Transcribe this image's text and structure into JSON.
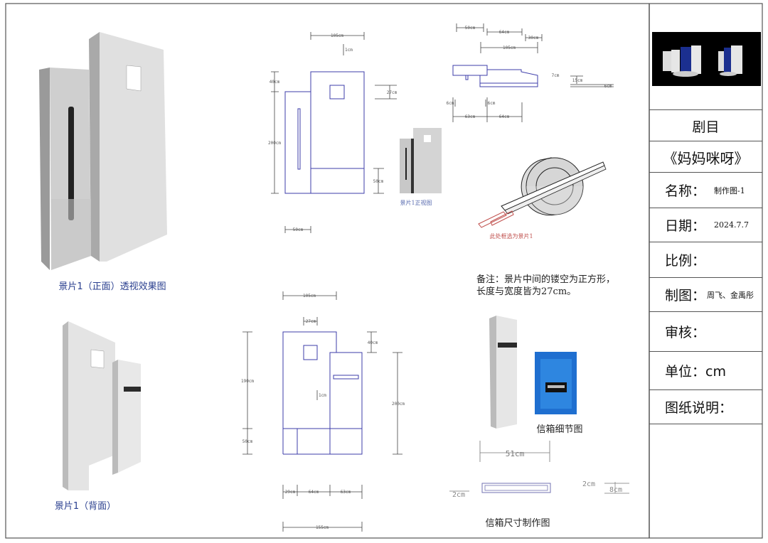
{
  "title_block": {
    "play_label": "剧目",
    "play_name": "《妈妈咪呀》",
    "name_label": "名称：",
    "name_value": "制作图-1",
    "date_label": "日期：",
    "date_value": "2024.7.7",
    "scale_label": "比例：",
    "drafter_label": "制图：",
    "drafter_value": "周飞、金禹彤",
    "review_label": "审核：",
    "unit_label": "单位：cm",
    "notes_label": "图纸说明："
  },
  "captions": {
    "front_render": "景片1（正面）透视效果图",
    "back_render": "景片1（背面）",
    "front_view": "景片1正视图",
    "plan_selection": "此处框选为景片1",
    "mailbox_detail": "信箱细节图",
    "mailbox_dims": "信箱尺寸制作图"
  },
  "note": {
    "line1": "备注：景片中间的镂空为正方形，",
    "line2": "长度与宽度皆为27cm。"
  },
  "front_elevation_dims": {
    "width_top": "105cm",
    "thickness": "1cm",
    "top_step": "40cm",
    "height": "200cm",
    "window": "27cm",
    "base": "50cm",
    "left_width": "50cm"
  },
  "plan_dims": {
    "a": "50cm",
    "b": "64cm",
    "c": "30cm",
    "d": "105cm",
    "e": "7cm",
    "f": "15cm",
    "g": "6cm",
    "h": "6cm",
    "i": "6cm",
    "j": "63cm",
    "k": "64cm"
  },
  "back_elevation_dims": {
    "width_top": "105cm",
    "window": "27cm",
    "top_step": "40cm",
    "height_right": "200cm",
    "height_left": "190cm",
    "base": "50cm",
    "thickness": "1cm",
    "seg1": "29cm",
    "seg2": "64cm",
    "seg3": "63cm",
    "total": "155cm"
  },
  "mailbox_dims": {
    "length": "51cm",
    "depth_left": "2cm",
    "depth_right": "2cm",
    "height": "8cm"
  },
  "colors": {
    "caption_blue": "#2a3f8f",
    "line_blue": "#3c3caa",
    "selection_red": "#c0504d"
  }
}
